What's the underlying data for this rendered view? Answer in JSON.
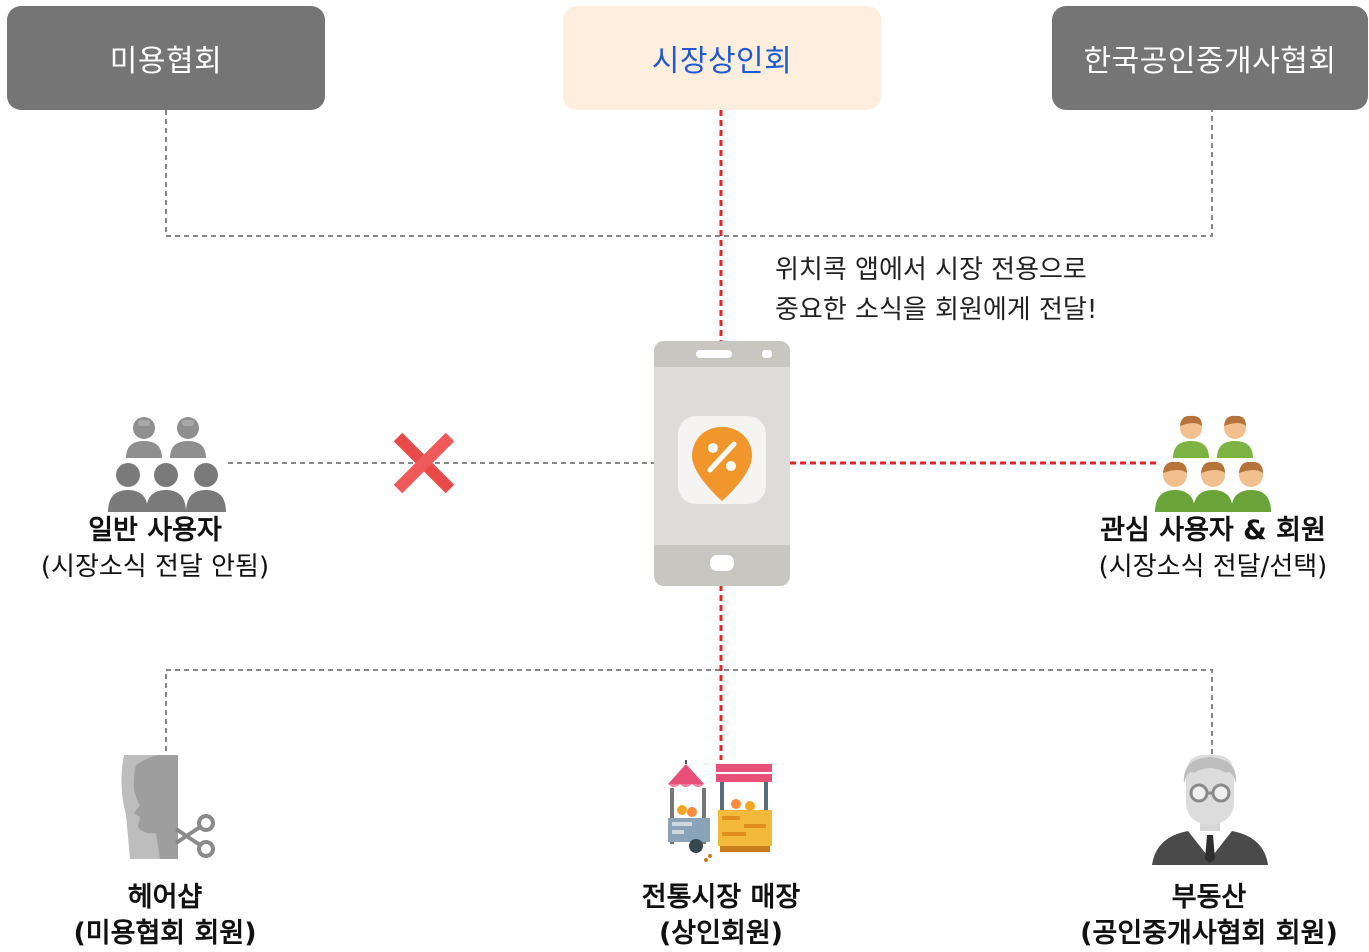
{
  "orgs": {
    "left": "미용협회",
    "center": "시장상인회",
    "right": "한국공인중개사협회"
  },
  "callout": {
    "line1": "위치콕 앱에서 시장 전용으로",
    "line2": "중요한 소식을 회원에게 전달!"
  },
  "users": {
    "general": {
      "title": "일반 사용자",
      "sub": "(시장소식 전달 안됨)"
    },
    "interested": {
      "title": "관심 사용자 & 회원",
      "sub": "(시장소식 전달/선택)"
    }
  },
  "members": {
    "hair": {
      "title": "헤어샵",
      "sub": "(미용협회 회원)"
    },
    "market": {
      "title": "전통시장 매장",
      "sub": "(상인회원)"
    },
    "realestate": {
      "title": "부동산",
      "sub": "(공인중개사협회 회원)"
    }
  },
  "colors": {
    "gray_box": "#757575",
    "market_box": "#fdeede",
    "market_text": "#1f57d6",
    "red_line": "#e0262b",
    "gray_line": "#888888",
    "app_orange": "#f0962a"
  },
  "icons": {
    "phone": "smartphone-icon",
    "app": "percent-location-pin-icon",
    "block": "red-x-icon",
    "general_users": "gray-user-group-icon",
    "interested_users": "green-user-group-icon",
    "hair": "hairdresser-scissors-icon",
    "market": "market-stall-icon",
    "realestate": "businessman-glasses-icon"
  }
}
